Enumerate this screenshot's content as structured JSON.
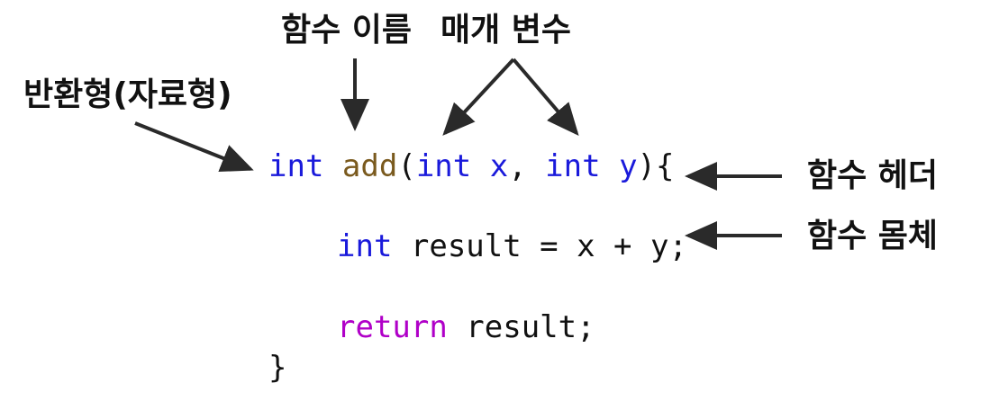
{
  "labels": {
    "function_name": "함수 이름",
    "parameters": "매개 변수",
    "return_type": "반환형(자료형)",
    "function_header": "함수 헤더",
    "function_body": "함수 몸체"
  },
  "code": {
    "line1": {
      "type": "int",
      "name": "add",
      "open_paren": "(",
      "p1_type": "int",
      "p1_name": "x",
      "comma": ", ",
      "p2_type": "int",
      "p2_name": "y",
      "close": "){"
    },
    "line2": {
      "type": "int",
      "rest": " result = x + y;"
    },
    "line3": {
      "keyword": "return",
      "rest": " result;"
    },
    "line4": {
      "brace": "}"
    }
  },
  "colors": {
    "type_keyword": "#1a1adb",
    "function_name": "#7a5a1e",
    "return_keyword": "#b000c8",
    "arrow": "#2a2a2a"
  }
}
